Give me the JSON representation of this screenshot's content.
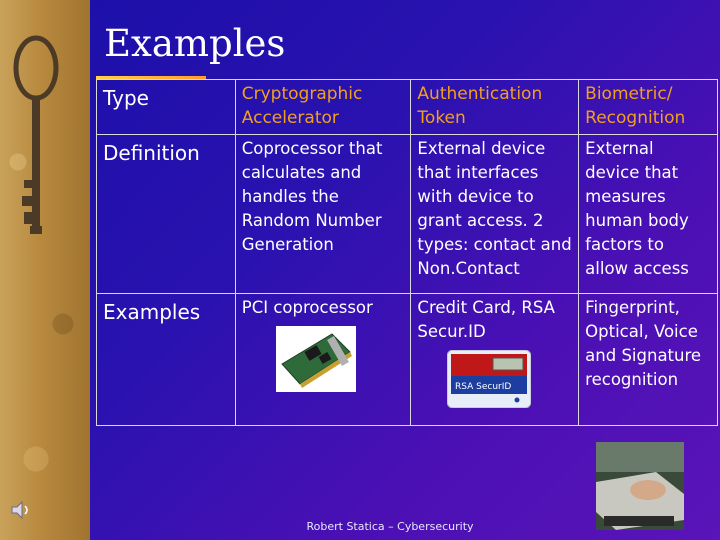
{
  "slide": {
    "title": "Examples",
    "footer": "Robert Statica – Cybersecurity"
  },
  "table": {
    "header": {
      "type_label": "Type",
      "columns": [
        "Cryptographic Accelerator",
        "Authentication Token",
        "Biometric/ Recognition"
      ]
    },
    "definition": {
      "label": "Definition",
      "cells": [
        "Coprocessor that calculates and handles the Random Number Generation",
        "External device that interfaces with device to grant access. 2 types: contact and Non.Contact",
        "External device that measures human body factors to allow access"
      ]
    },
    "examples": {
      "label": "Examples",
      "cells": [
        "PCI coprocessor",
        "Credit Card, RSA Secur.ID",
        "Fingerprint, Optical, Voice and Signature recognition"
      ]
    }
  },
  "token_image": {
    "brand_text": "RSA SecurID"
  },
  "colors": {
    "background": "#2a12b0",
    "header_text": "#f0a020",
    "body_text": "#ffffff",
    "table_border": "#d9d9d9"
  },
  "icons": [
    "key-image",
    "speaker-icon"
  ]
}
